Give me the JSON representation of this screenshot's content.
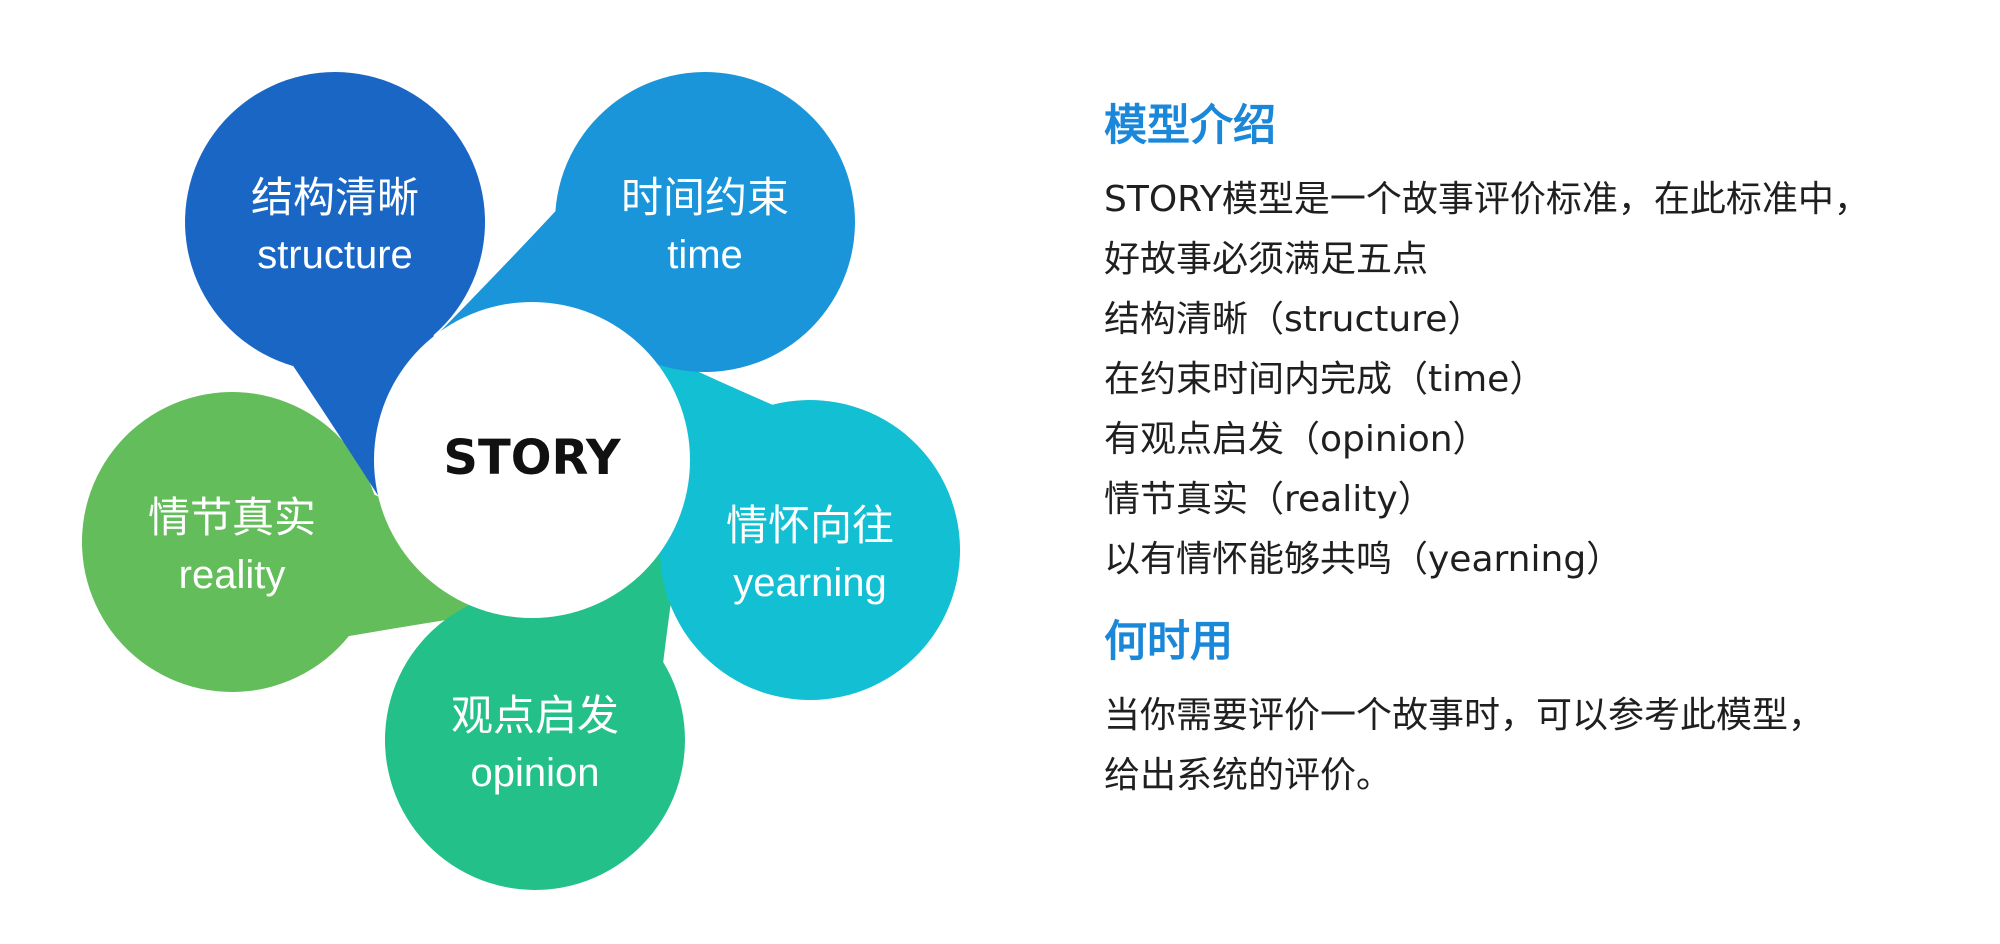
{
  "center": {
    "label": "STORY"
  },
  "petals": [
    {
      "zh": "结构清晰",
      "en": "structure",
      "color": "#1a66c4"
    },
    {
      "zh": "时间约束",
      "en": "time",
      "color": "#1a95d9"
    },
    {
      "zh": "情怀向往",
      "en": "yearning",
      "color": "#13bfd2"
    },
    {
      "zh": "观点启发",
      "en": "opinion",
      "color": "#23c08a"
    },
    {
      "zh": "情节真实",
      "en": "reality",
      "color": "#63bd5a"
    }
  ],
  "intro": {
    "title": "模型介绍",
    "lines": [
      "STORY模型是一个故事评价标准，在此标准中，",
      "好故事必须满足五点",
      "结构清晰（structure）",
      "在约束时间内完成（time）",
      "有观点启发（opinion）",
      "情节真实（reality）",
      "以有情怀能够共鸣（yearning）"
    ]
  },
  "usage": {
    "title": "何时用",
    "lines": [
      "当你需要评价一个故事时，可以参考此模型，",
      "给出系统的评价。"
    ]
  }
}
